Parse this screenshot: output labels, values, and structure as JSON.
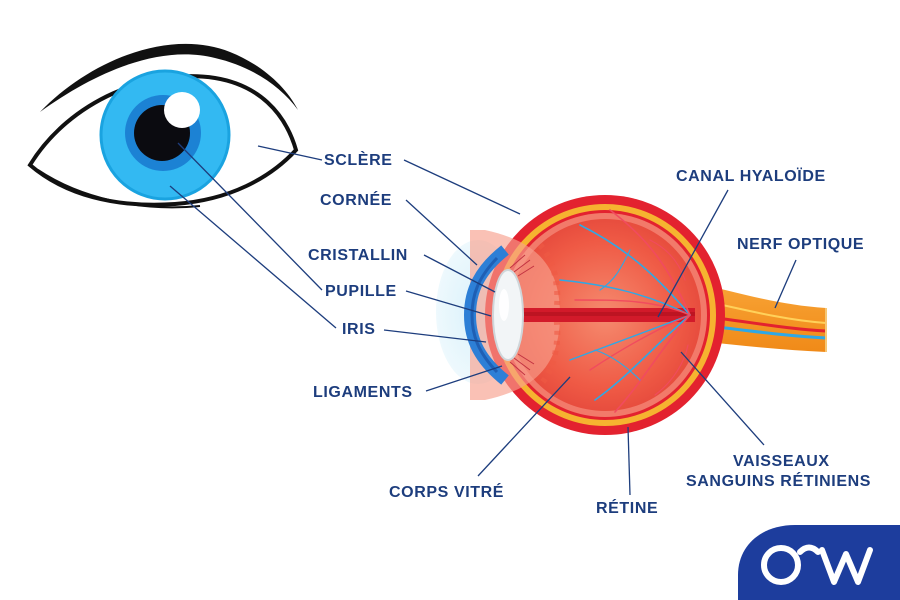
{
  "labels": {
    "sclere": "SCLÈRE",
    "cornee": "CORNÉE",
    "cristallin": "CRISTALLIN",
    "pupille": "PUPILLE",
    "iris": "IRIS",
    "ligaments": "LIGAMENTS",
    "corps_vitre": "CORPS VITRÉ",
    "retine": "RÉTINE",
    "vaisseaux_line1": "VAISSEAUX",
    "vaisseaux_line2": "SANGUINS RÉTINIENS",
    "canal_hyaloide": "CANAL HYALOÏDE",
    "nerf_optique": "NERF OPTIQUE"
  },
  "logo": {
    "text": "OW",
    "color": "#1d3d9d"
  },
  "colors": {
    "label_text": "#1d3d7d",
    "iris": "#33b9f2",
    "sclera_red": "#e3222f",
    "vitreous": "#f0604a",
    "choroid_yellow": "#f6b330",
    "optic_nerve": "#f69a1f",
    "cornea": "#2d7fd6"
  }
}
